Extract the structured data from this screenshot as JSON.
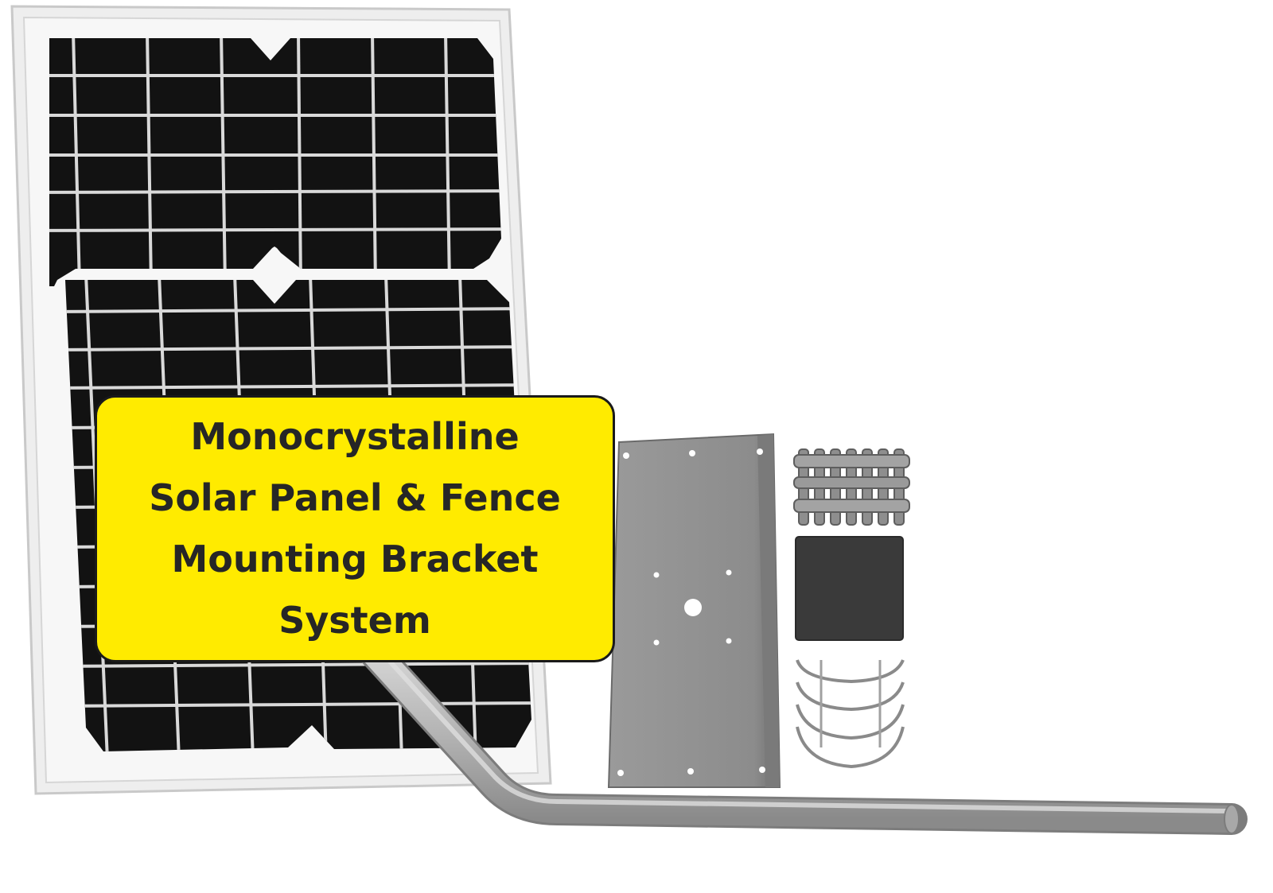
{
  "image": {
    "background_color": "#ffffff",
    "subject": "solar-panel-mounting-kit-product-photo"
  },
  "label": {
    "line1": "Monocrystalline",
    "line2": "Solar Panel & Fence",
    "line3": "Mounting Bracket",
    "line4": "System",
    "background_color": "#ffeb00",
    "border_color": "#1a1a1a",
    "text_color": "#262626"
  },
  "colors": {
    "panel_frame": "#eeeeee",
    "panel_cells": "#121212",
    "cell_grid": "#d9d9d9",
    "bracket_metal": "#8f8f8f",
    "pole_metal": "#b8b8b8"
  }
}
